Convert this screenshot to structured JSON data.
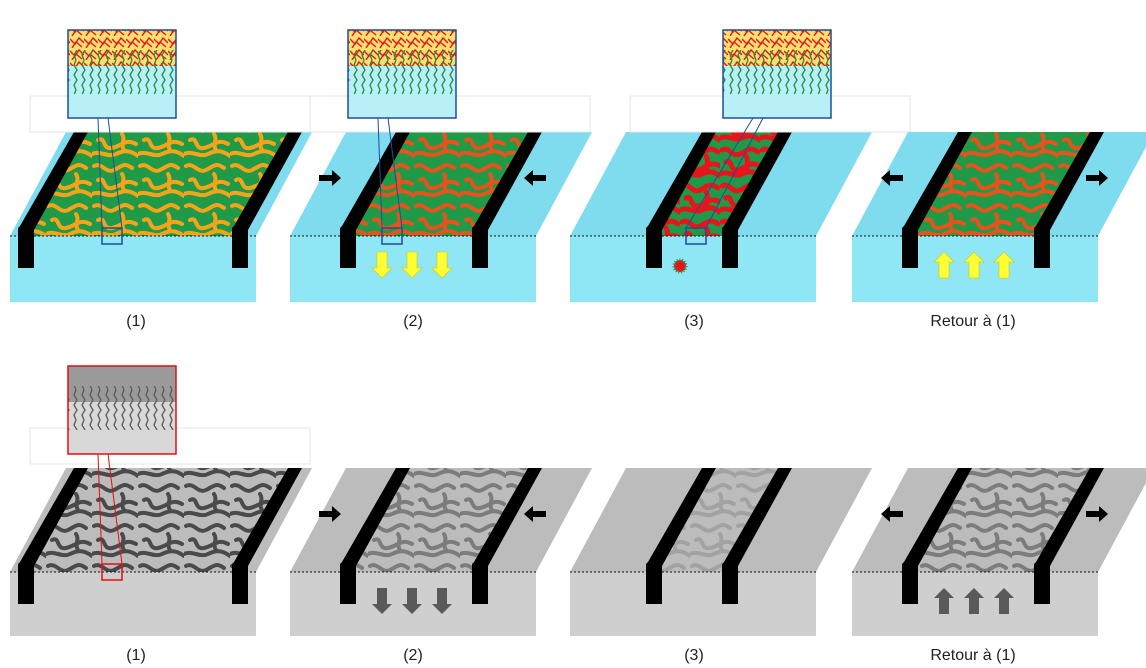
{
  "captions": {
    "row1": [
      "(1)",
      "(2)",
      "(3)",
      "Retour à (1)"
    ],
    "row2": [
      "(1)",
      "(2)",
      "(3)",
      "Retour à (1)"
    ]
  },
  "colors": {
    "water": "#8fe6f5",
    "water_top": "#7fdcef",
    "film_green": "#1f9a48",
    "domain_orange": "#f7a31a",
    "domain_red": "#e8141c",
    "arrow_yellow": "#ffff33",
    "barrier": "#000000",
    "gray_trough": "#cfcfcf",
    "gray_top": "#bcbcbc",
    "gray_domain_dark": "#4a4a4a",
    "gray_domain_light": "#8a8a8a",
    "gray_arrow": "#5a5a5a",
    "zoom_frame_blue": "#1f4e9a",
    "zoom_frame_red": "#e01010"
  },
  "panels": {
    "row1": [
      {
        "state": "expanded",
        "film": "green",
        "domains": "orange",
        "arrows": "none",
        "zoom": true
      },
      {
        "state": "compress",
        "film": "green",
        "domains": "red-orange",
        "arrows": "down",
        "zoom": true
      },
      {
        "state": "collapse",
        "film": "green",
        "domains": "red",
        "arrows": "none",
        "zoom": true,
        "micelle": true
      },
      {
        "state": "return",
        "film": "green",
        "domains": "red-orange",
        "arrows": "up",
        "zoom": false
      }
    ],
    "row2": [
      {
        "state": "expanded",
        "domains": "dark",
        "arrows": "none",
        "zoom": true
      },
      {
        "state": "compress",
        "domains": "mid",
        "arrows": "down",
        "zoom": false
      },
      {
        "state": "collapse",
        "domains": "light",
        "arrows": "none",
        "zoom": false
      },
      {
        "state": "return",
        "domains": "mid",
        "arrows": "up",
        "zoom": false
      }
    ]
  }
}
